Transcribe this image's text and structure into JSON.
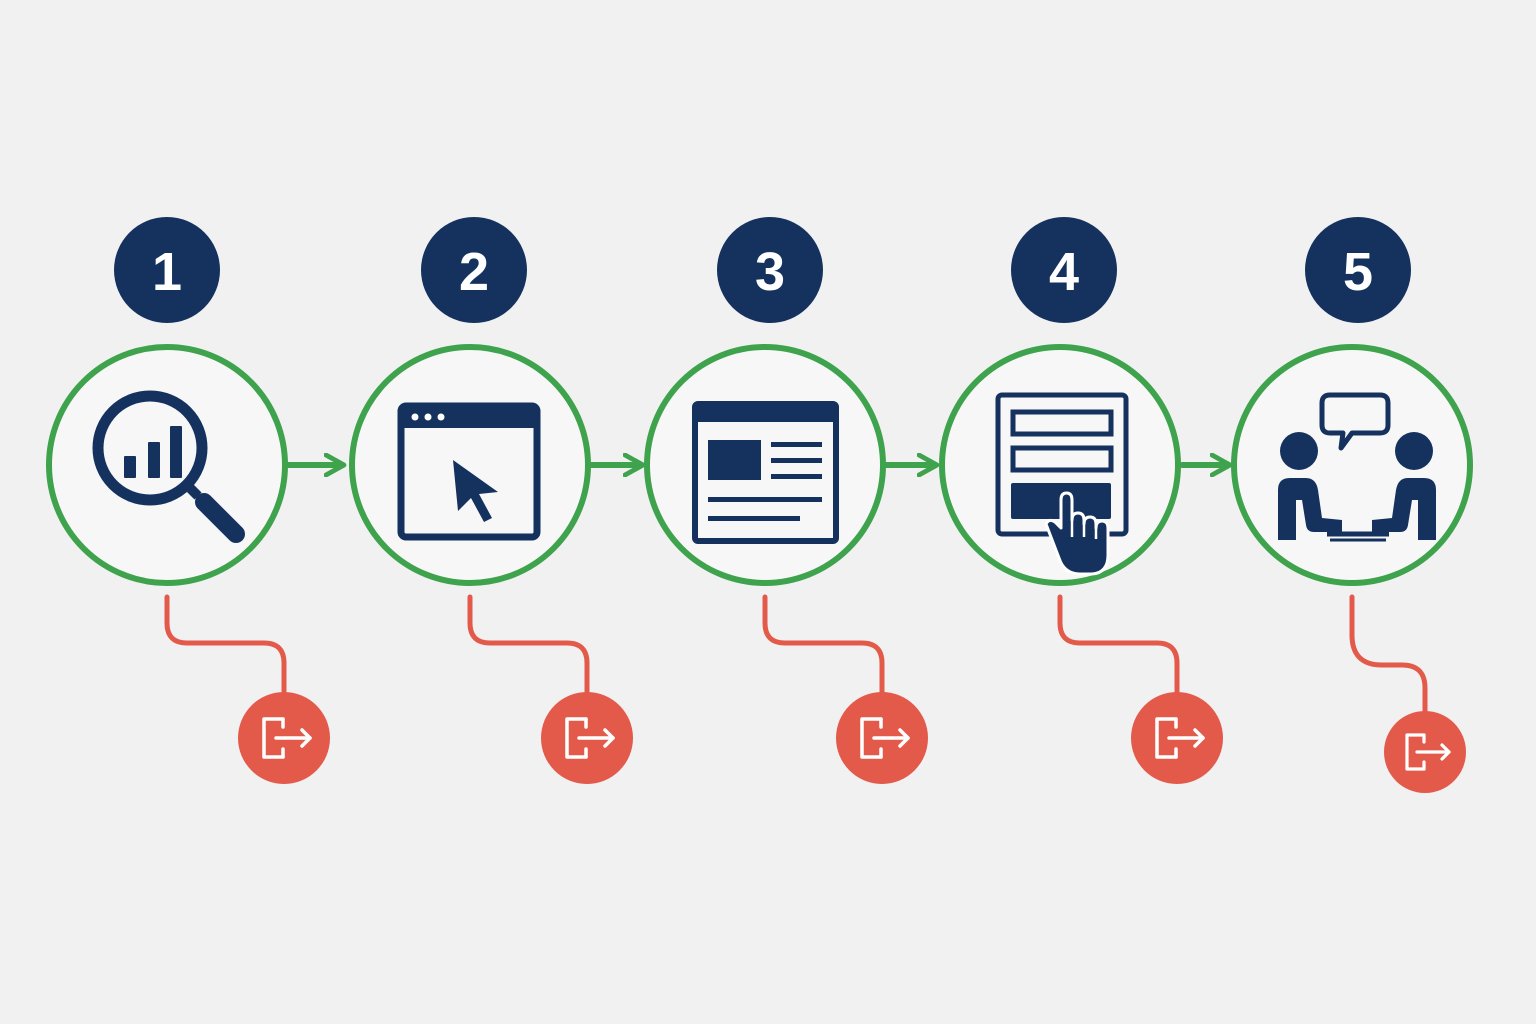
{
  "colors": {
    "background": "#f1f1f2",
    "navy": "#15325e",
    "green": "#3fa34d",
    "red": "#e35a4a",
    "circle_fill": "#f7f7f8",
    "white": "#ffffff"
  },
  "steps": [
    {
      "number": "1",
      "icon": "magnifier-bar-chart-icon",
      "exit_icon": "exit-door-arrow-icon"
    },
    {
      "number": "2",
      "icon": "browser-cursor-icon",
      "exit_icon": "exit-door-arrow-icon"
    },
    {
      "number": "3",
      "icon": "web-page-layout-icon",
      "exit_icon": "exit-door-arrow-icon"
    },
    {
      "number": "4",
      "icon": "form-click-hand-icon",
      "exit_icon": "exit-door-arrow-icon"
    },
    {
      "number": "5",
      "icon": "people-conversation-icon",
      "exit_icon": "exit-door-arrow-icon"
    }
  ]
}
